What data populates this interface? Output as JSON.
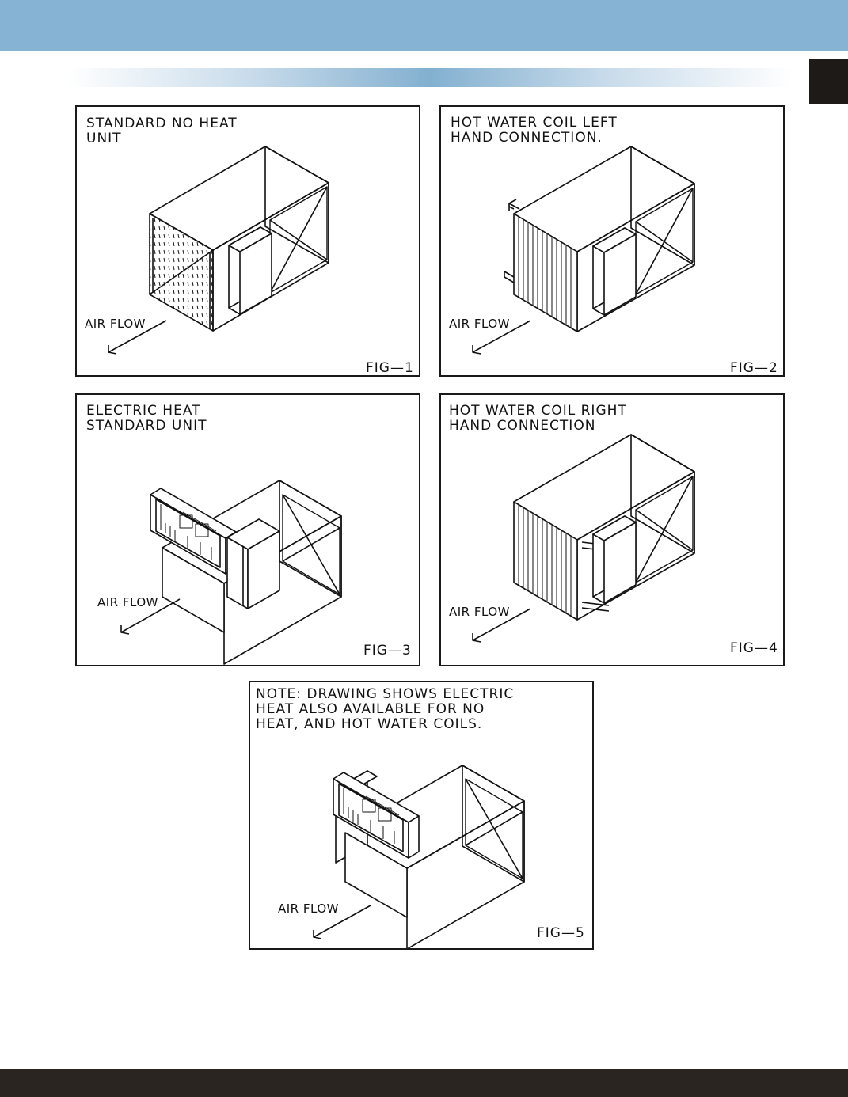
{
  "figures": [
    {
      "id": "fig1",
      "title": "STANDARD NO HEAT\nUNIT",
      "airflow": "AIR FLOW",
      "label": "FIG—1"
    },
    {
      "id": "fig2",
      "title": "HOT WATER COIL LEFT\nHAND CONNECTION.",
      "airflow": "AIR FLOW",
      "label": "FIG—2"
    },
    {
      "id": "fig3",
      "title": "ELECTRIC HEAT\nSTANDARD UNIT",
      "airflow": "AIR FLOW",
      "label": "FIG—3"
    },
    {
      "id": "fig4",
      "title": "HOT WATER COIL RIGHT\nHAND CONNECTION",
      "airflow": "AIR FLOW",
      "label": "FIG—4"
    },
    {
      "id": "fig5",
      "title": "NOTE: DRAWING SHOWS ELECTRIC\nHEAT ALSO AVAILABLE FOR NO\nHEAT, AND HOT WATER COILS.",
      "airflow": "AIR FLOW",
      "label": "FIG—5"
    }
  ],
  "colors": {
    "header_band": "#86b2d3",
    "gradient_center": "#83b0d0",
    "footer_band": "#2a2520",
    "side_tab": "#1e1a17"
  }
}
